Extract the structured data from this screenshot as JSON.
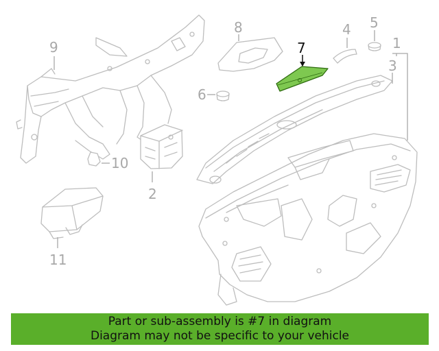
{
  "diagram": {
    "callouts": [
      {
        "id": "1",
        "label": "1"
      },
      {
        "id": "2",
        "label": "2"
      },
      {
        "id": "3",
        "label": "3"
      },
      {
        "id": "4",
        "label": "4"
      },
      {
        "id": "5",
        "label": "5"
      },
      {
        "id": "6",
        "label": "6"
      },
      {
        "id": "7",
        "label": "7"
      },
      {
        "id": "8",
        "label": "8"
      },
      {
        "id": "9",
        "label": "9"
      },
      {
        "id": "10",
        "label": "10"
      },
      {
        "id": "11",
        "label": "11"
      }
    ],
    "highlighted_part": "7",
    "highlight_color": "#7ec850",
    "line_color": "#bdbdbd"
  },
  "banner": {
    "line1": "Part or sub-assembly is #7 in diagram",
    "line2": "Diagram may not be specific to your vehicle",
    "background": "#5aaf2a"
  }
}
